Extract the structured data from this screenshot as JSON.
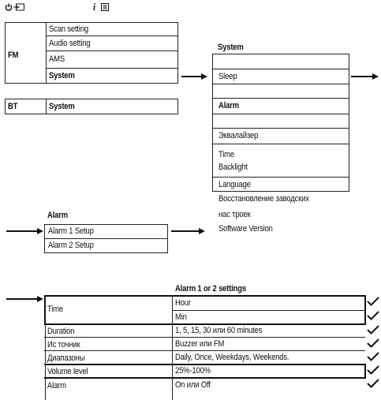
{
  "header": {
    "power_icon": "power-icon",
    "source_icon": "input-source-icon",
    "info_label": "i",
    "menu_icon": "menu-icon"
  },
  "fm_menu": {
    "label": "FM",
    "items": [
      "Scan setting",
      "Audio setting",
      "AMS",
      "System"
    ]
  },
  "bt_menu": {
    "label": "BT",
    "items": [
      "System"
    ]
  },
  "system_menu": {
    "title": "System",
    "items": [
      "",
      "Sleep",
      "",
      "Alarm",
      "",
      "Эквалайзер",
      "Time",
      "Backlight",
      "Language",
      "Восстановление заводских",
      "нас троек",
      "Software Version"
    ]
  },
  "alarm_menu": {
    "title": "Alarm",
    "items": [
      "Alarm 1 Setup",
      "Alarm 2 Setup"
    ]
  },
  "settings_table": {
    "title": "Alarm 1 or 2 settings",
    "rows": [
      {
        "name": "Time",
        "values": [
          "Hour",
          "Min"
        ]
      },
      {
        "name": "Duration",
        "values": [
          "1, 5, 15, 30 или 60 minutes"
        ]
      },
      {
        "name": "Ис точник",
        "values": [
          "Buzzer или FM"
        ]
      },
      {
        "name": "Диапазоны",
        "values": [
          "Daily, Once, Weekdays, Weekends."
        ]
      },
      {
        "name": "Volume level",
        "values": [
          "25%-100%"
        ]
      },
      {
        "name": "Alarm",
        "values": [
          "On или Off"
        ]
      }
    ]
  },
  "colors": {
    "line": "#222222",
    "arrow": "#111111",
    "background": "#ffffff"
  }
}
